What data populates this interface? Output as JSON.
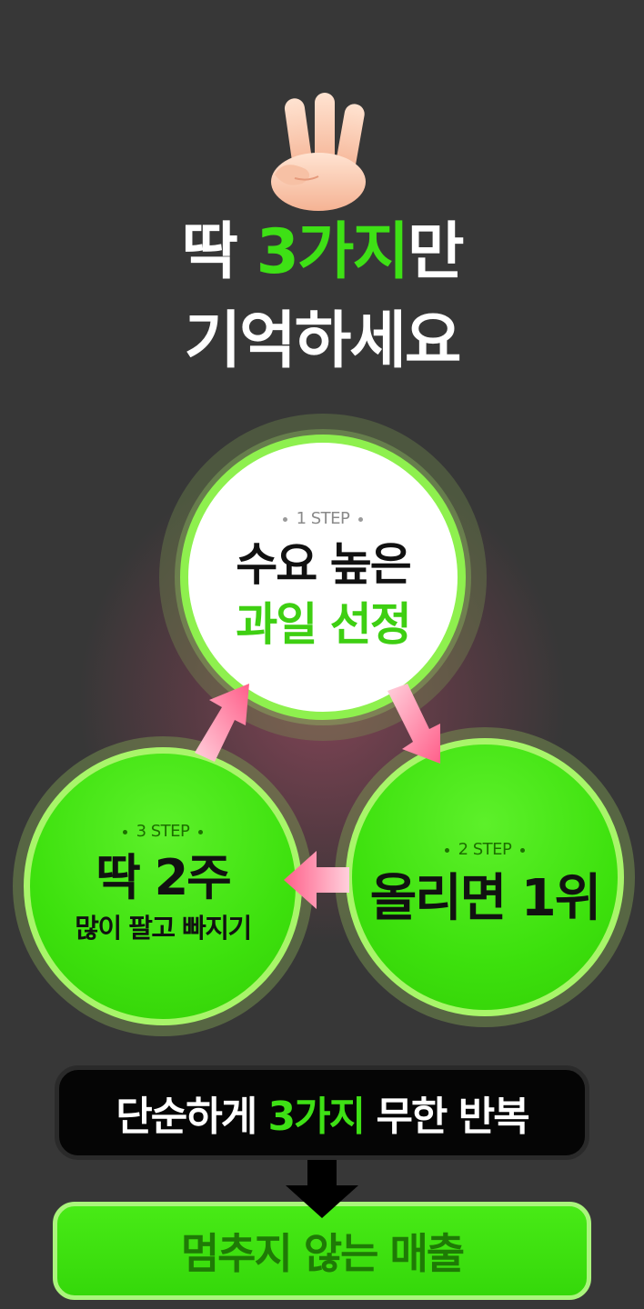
{
  "colors": {
    "background": "#373737",
    "accent_green": "#3ee115",
    "text_dark": "#111111",
    "arrow_pink": "#ff6f96"
  },
  "hero": {
    "icon": "three-fingers-hand-icon"
  },
  "headline": {
    "line1_prefix": "딱 ",
    "line1_highlight": "3가지",
    "line1_suffix": "만",
    "line2": "기억하세요"
  },
  "steps": [
    {
      "label": "1 STEP",
      "title_line1": "수요 높은",
      "title_line2": "과일 선정"
    },
    {
      "label": "2 STEP",
      "title_line1": "올리면 1위"
    },
    {
      "label": "3 STEP",
      "title_line1": "딱 2주",
      "title_line2": "많이 팔고 빠지기"
    }
  ],
  "summary": {
    "prefix": "단순하게 ",
    "highlight": "3가지",
    "suffix": " 무한 반복"
  },
  "result": {
    "text": "멈추지 않는 매출"
  }
}
